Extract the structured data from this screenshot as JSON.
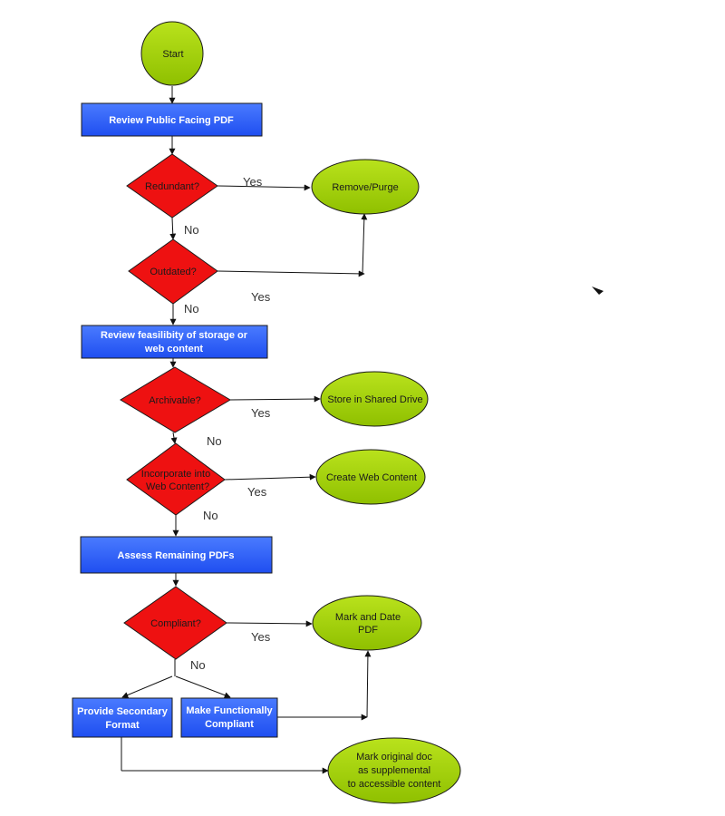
{
  "colors": {
    "process_fill": "#2f5ef8",
    "decision_fill": "#ee1111",
    "terminal_fill": "#9acd0a",
    "stroke": "#1a1a1a"
  },
  "nodes": {
    "start": "Start",
    "review_pdf": "Review Public Facing PDF",
    "redundant": "Redundant?",
    "remove_purge": "Remove/Purge",
    "outdated": "Outdated?",
    "feasibility": [
      "Review feasilibity of storage or",
      "web content"
    ],
    "archivable": "Archivable?",
    "store_shared": "Store in Shared Drive",
    "incorporate": [
      "Incorporate into",
      "Web Content?"
    ],
    "create_web": "Create Web Content",
    "assess": "Assess Remaining PDFs",
    "compliant": "Compliant?",
    "mark_date": [
      "Mark and Date",
      "PDF"
    ],
    "secondary_format": [
      "Provide Secondary",
      "Format"
    ],
    "functionally_compliant": [
      "Make Functionally",
      "Compliant"
    ],
    "mark_original": [
      "Mark original doc",
      "as supplemental",
      "to accessible content"
    ]
  },
  "edge_labels": {
    "redundant_yes": "Yes",
    "redundant_no": "No",
    "outdated_yes": "Yes",
    "outdated_no": "No",
    "archivable_yes": "Yes",
    "archivable_no": "No",
    "incorporate_yes": "Yes",
    "incorporate_no": "No",
    "compliant_yes": "Yes",
    "compliant_no": "No"
  }
}
